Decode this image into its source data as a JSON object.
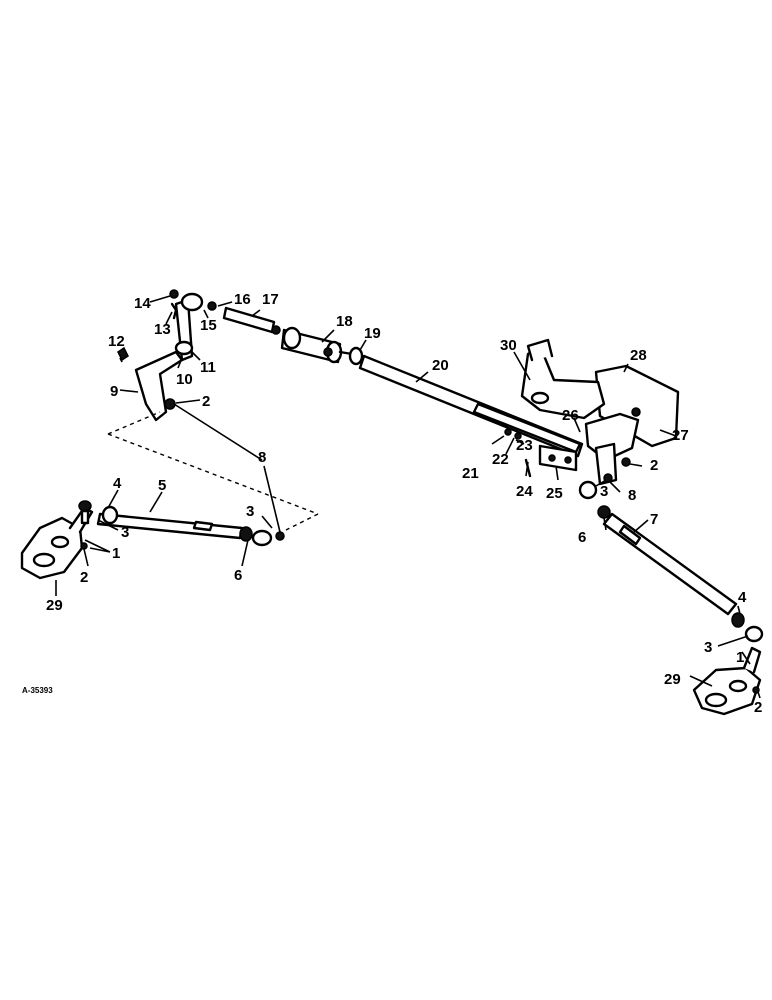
{
  "drawing_ref": "A-35393",
  "callouts": [
    {
      "label": "1"
    },
    {
      "label": "2"
    },
    {
      "label": "3"
    },
    {
      "label": "4"
    },
    {
      "label": "5"
    },
    {
      "label": "6"
    },
    {
      "label": "7"
    },
    {
      "label": "8"
    },
    {
      "label": "9"
    },
    {
      "label": "10"
    },
    {
      "label": "11"
    },
    {
      "label": "12"
    },
    {
      "label": "13"
    },
    {
      "label": "14"
    },
    {
      "label": "15"
    },
    {
      "label": "16"
    },
    {
      "label": "17"
    },
    {
      "label": "18"
    },
    {
      "label": "19"
    },
    {
      "label": "20"
    },
    {
      "label": "21"
    },
    {
      "label": "22"
    },
    {
      "label": "23"
    },
    {
      "label": "24"
    },
    {
      "label": "25"
    },
    {
      "label": "26"
    },
    {
      "label": "27"
    },
    {
      "label": "28"
    },
    {
      "label": "29"
    },
    {
      "label": "30"
    },
    {
      "label": "2"
    },
    {
      "label": "3"
    },
    {
      "label": "4"
    },
    {
      "label": "6"
    },
    {
      "label": "8"
    },
    {
      "label": "1"
    },
    {
      "label": "2"
    },
    {
      "label": "3"
    },
    {
      "label": "29"
    },
    {
      "label": "2"
    },
    {
      "label": "3"
    }
  ]
}
